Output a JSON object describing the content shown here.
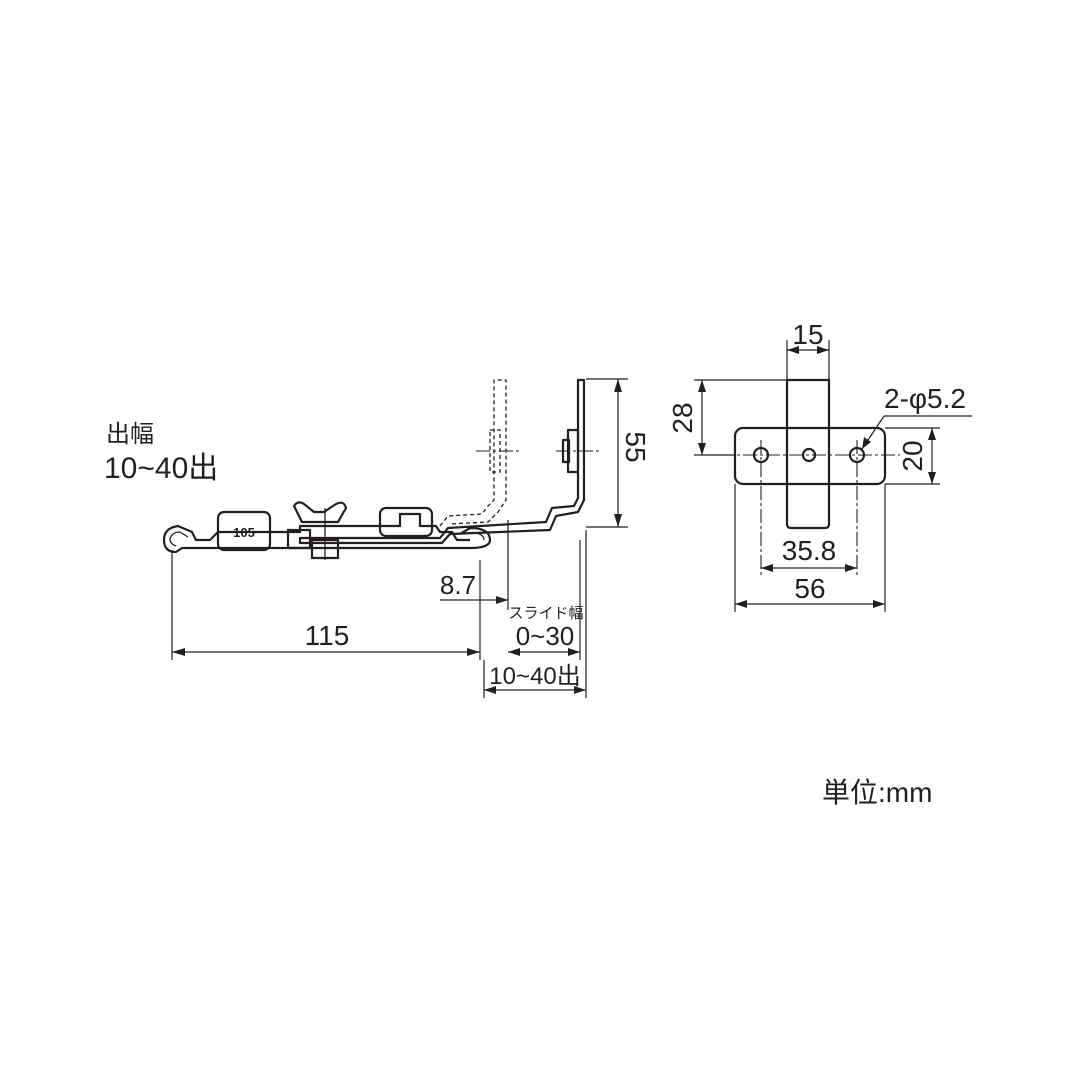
{
  "side_view": {
    "projection_title": "出幅",
    "projection_range": "10~40出",
    "plate_mark": "105",
    "dim_length": "115",
    "dim_offset": "8.7",
    "slide_title": "スライド幅",
    "slide_range": "0~30",
    "dim_projection": "10~40出",
    "dim_height": "55"
  },
  "front_view": {
    "dim_tab_width": "15",
    "dim_tab_height": "28",
    "dim_hole_note": "2-φ5.2",
    "dim_plate_height": "20",
    "dim_hole_pitch": "35.8",
    "dim_plate_width": "56"
  },
  "unit_note": "単位:mm",
  "colors": {
    "line": "#231f20",
    "background": "#ffffff"
  }
}
